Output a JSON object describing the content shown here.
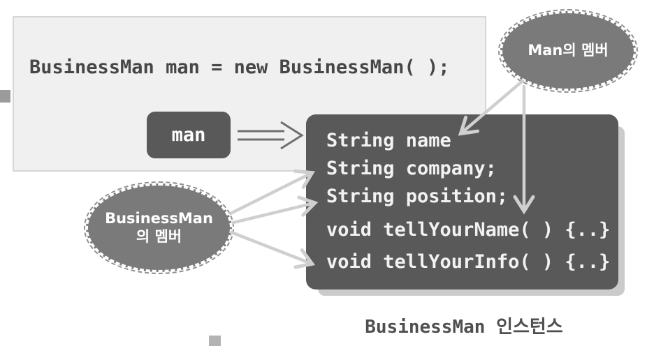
{
  "diagram": {
    "code_box": {
      "code": "BusinessMan man = new BusinessMan( );"
    },
    "man_box": {
      "label": "man"
    },
    "instance_box": {
      "fields": [
        "String name",
        "String company;",
        "String position;"
      ],
      "methods": [
        "void tellYourName( ) {..}",
        "void tellYourInfo( ) {..}"
      ],
      "caption": "BusinessMan 인스턴스"
    },
    "callouts": {
      "man_members": {
        "label": "Man의 멤버"
      },
      "businessman_members": {
        "line1": "BusinessMan",
        "line2": "의 멤버"
      }
    },
    "colors": {
      "dark_box": "#595959",
      "callout_fill": "#7a7a7a",
      "callout_outer_dash": "#8f8f8f",
      "code_box_fill": "#f0f0f1",
      "code_box_border": "#d5d6d7",
      "light_arrow": "#cfcfcf",
      "dark_arrow": "#6f6f6f",
      "code_text": "#474747",
      "instance_text": "#f2f2f2",
      "caption_text": "#4f4f4f",
      "shadow": "#cbcbcb",
      "artifact_left": "#9b9b9b",
      "artifact_bottom": "#b3b3b3"
    }
  }
}
